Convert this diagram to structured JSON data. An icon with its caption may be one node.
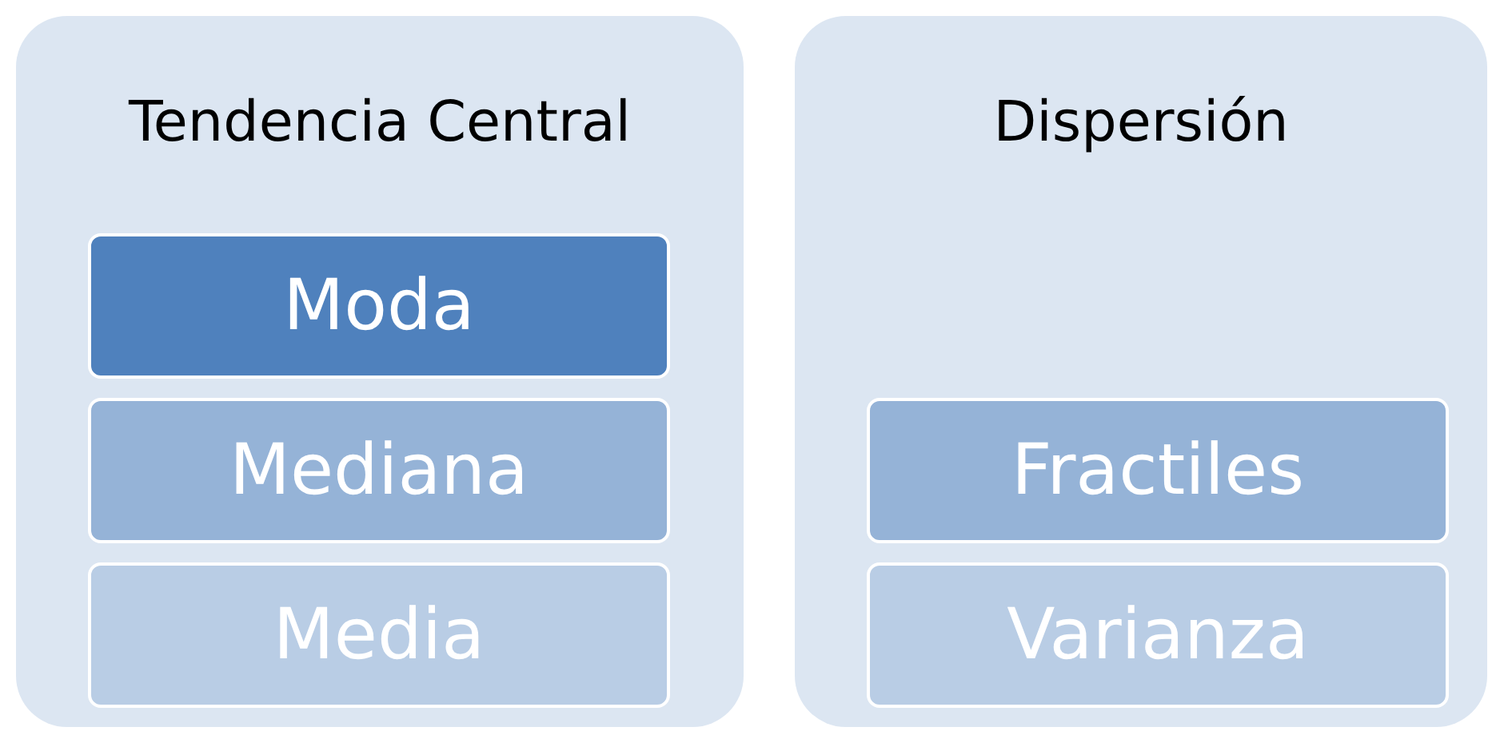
{
  "diagram": {
    "nodes": [
      {
        "text": [
          "Tendencia Central"
        ]
      },
      {
        "text": [
          "Moda"
        ],
        "in": 0
      },
      {
        "text": [
          "Mediana"
        ],
        "in": 0
      },
      {
        "text": [
          "Media"
        ],
        "in": 0
      },
      {
        "text": [
          "Dispersión"
        ]
      },
      {
        "text": [
          "Fractiles"
        ],
        "in": 4
      },
      {
        "text": [
          "Varianza"
        ],
        "in": 4
      }
    ]
  }
}
